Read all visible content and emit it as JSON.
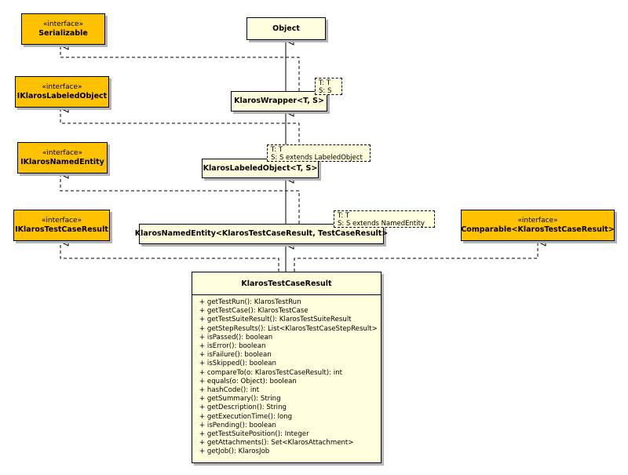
{
  "interfaces": [
    {
      "stereotype": "«interface»",
      "name": "Serializable"
    },
    {
      "stereotype": "«interface»",
      "name": "IKlarosLabeledObject"
    },
    {
      "stereotype": "«interface»",
      "name": "IKlarosNamedEntity"
    },
    {
      "stereotype": "«interface»",
      "name": "IKlarosTestCaseResult"
    },
    {
      "stereotype": "«interface»",
      "name": "Comparable<KlarosTestCaseResult>"
    }
  ],
  "classes": {
    "object": "Object",
    "wrapper": "KlarosWrapper<T, S>",
    "labeled": "KlarosLabeledObject<T, S>",
    "named": "KlarosNamedEntity<KlarosTestCaseResult, TestCaseResult>"
  },
  "template_params": {
    "wrapper": [
      "T: T",
      "S: S"
    ],
    "labeled": [
      "T: T",
      "S: S extends LabeledObject"
    ],
    "named": [
      "T: T",
      "S: S extends NamedEntity"
    ]
  },
  "main_class": {
    "name": "KlarosTestCaseResult",
    "methods": [
      "+ getTestRun(): KlarosTestRun",
      "+ getTestCase(): KlarosTestCase",
      "+ getTestSuiteResult(): KlarosTestSuiteResult",
      "+ getStepResults(): List<KlarosTestCaseStepResult>",
      "+ isPassed(): boolean",
      "+ isError(): boolean",
      "+ isFailure(): boolean",
      "+ isSkipped(): boolean",
      "+ compareTo(o: KlarosTestCaseResult): int",
      "+ equals(o: Object): boolean",
      "+ hashCode(): int",
      "+ getSummary(): String",
      "+ getDescription(): String",
      "+ getExecutionTime(): long",
      "+ isPending(): boolean",
      "+ getTestSuitePosition(): Integer",
      "+ getAttachments(): Set<KlarosAttachment>",
      "+ getJob(): KlarosJob"
    ]
  },
  "colors": {
    "interface_fill": "#ffc200",
    "class_fill": "#ffffdd",
    "line": "#000000",
    "shadow": "#b4b4b4"
  }
}
